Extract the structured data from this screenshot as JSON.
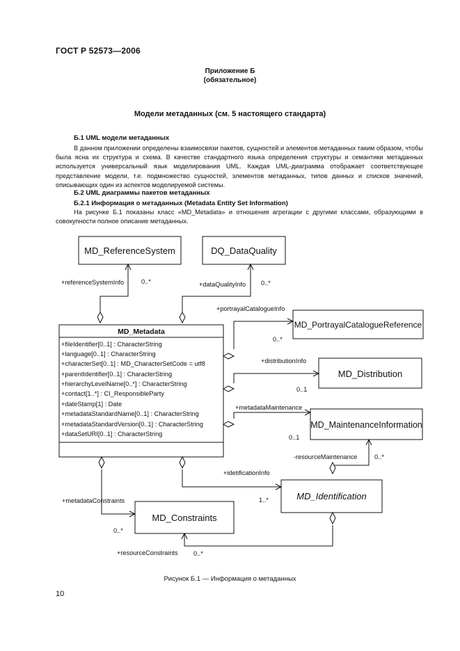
{
  "header": {
    "standard": "ГОСТ Р 52573—2006"
  },
  "appendix": {
    "title": "Приложение Б",
    "note": "(обязательное)"
  },
  "main_title": "Модели метаданных (см. 5 настоящего стандарта)",
  "sections": {
    "b1": {
      "heading": "Б.1  UML модели метаданных",
      "text": "В данном приложении определены взаимосвязи пакетов, сущностей и элементов метаданных таким образом, чтобы была ясна их структура и схема. В качестве стандартного языка определения структуры и семантики метаданных используется универсальный язык моделирования UML. Каждая UML-диаграмма отображает соответствующее представление модели, т.е. подмножество сущностей, элементов метаданных, типов данных и списков значений, описывающих один из аспектов моделируемой системы."
    },
    "b2": {
      "heading": "Б.2  UML диаграммы пакетов метаданных"
    },
    "b21": {
      "heading": "Б.2.1  Информация о метаданных (Metadata Entity Set Information)",
      "text": "На рисунке Б.1 показаны класс «MD_Metadata» и отношения агрегации с другими классами, образующими в совокупности полное описание метаданных."
    }
  },
  "diagram": {
    "classes": {
      "reference_system": "MD_ReferenceSystem",
      "data_quality": "DQ_DataQuality",
      "metadata": "MD_Metadata",
      "portrayal": "MD_PortrayalCatalogueReference",
      "distribution": "MD_Distribution",
      "maintenance": "MD_MaintenanceInformation",
      "identification": "MD_Identification",
      "constraints": "MD_Constraints"
    },
    "attributes": [
      "+fileIdentifier[0..1] : CharacterString",
      "+language[0..1] : CharacterString",
      "+characterSet[0..1] : MD_CharacterSetCode = utf8",
      "+parentIdentifier[0..1] : CharacterString",
      "+hierarchyLevelName[0..*] : CharacterString",
      "+contact[1..*] : CI_ResponsibleParty",
      "+dateStamp[1] : Date",
      "+metadataStandardName[0..1] : CharacterString",
      "+metadataStandardVersion[0..1] : CharacterString",
      "+dataSetURI[0..1] : CharacterString"
    ],
    "roles": {
      "reference_system_info": "+referenceSystemInfo",
      "data_quality_info": "+dataQualityInfo",
      "portrayal_catalogue_info": "+portrayalCatalogueInfo",
      "distribution_info": "+distributionInfo",
      "metadata_maintenance": "+metadataMaintenance",
      "resource_maintenance": "-resourceMaintenance",
      "identification_info": "+idetificationInfo",
      "metadata_constraints": "+metadataConstraints",
      "resource_constraints": "+resourceConstraints"
    },
    "multiplicities": {
      "zero_many": "0..*",
      "zero_one": "0..1",
      "one_many": "1..*"
    }
  },
  "caption": "Рисунок Б.1 — Информация о метаданных",
  "page_number": "10"
}
